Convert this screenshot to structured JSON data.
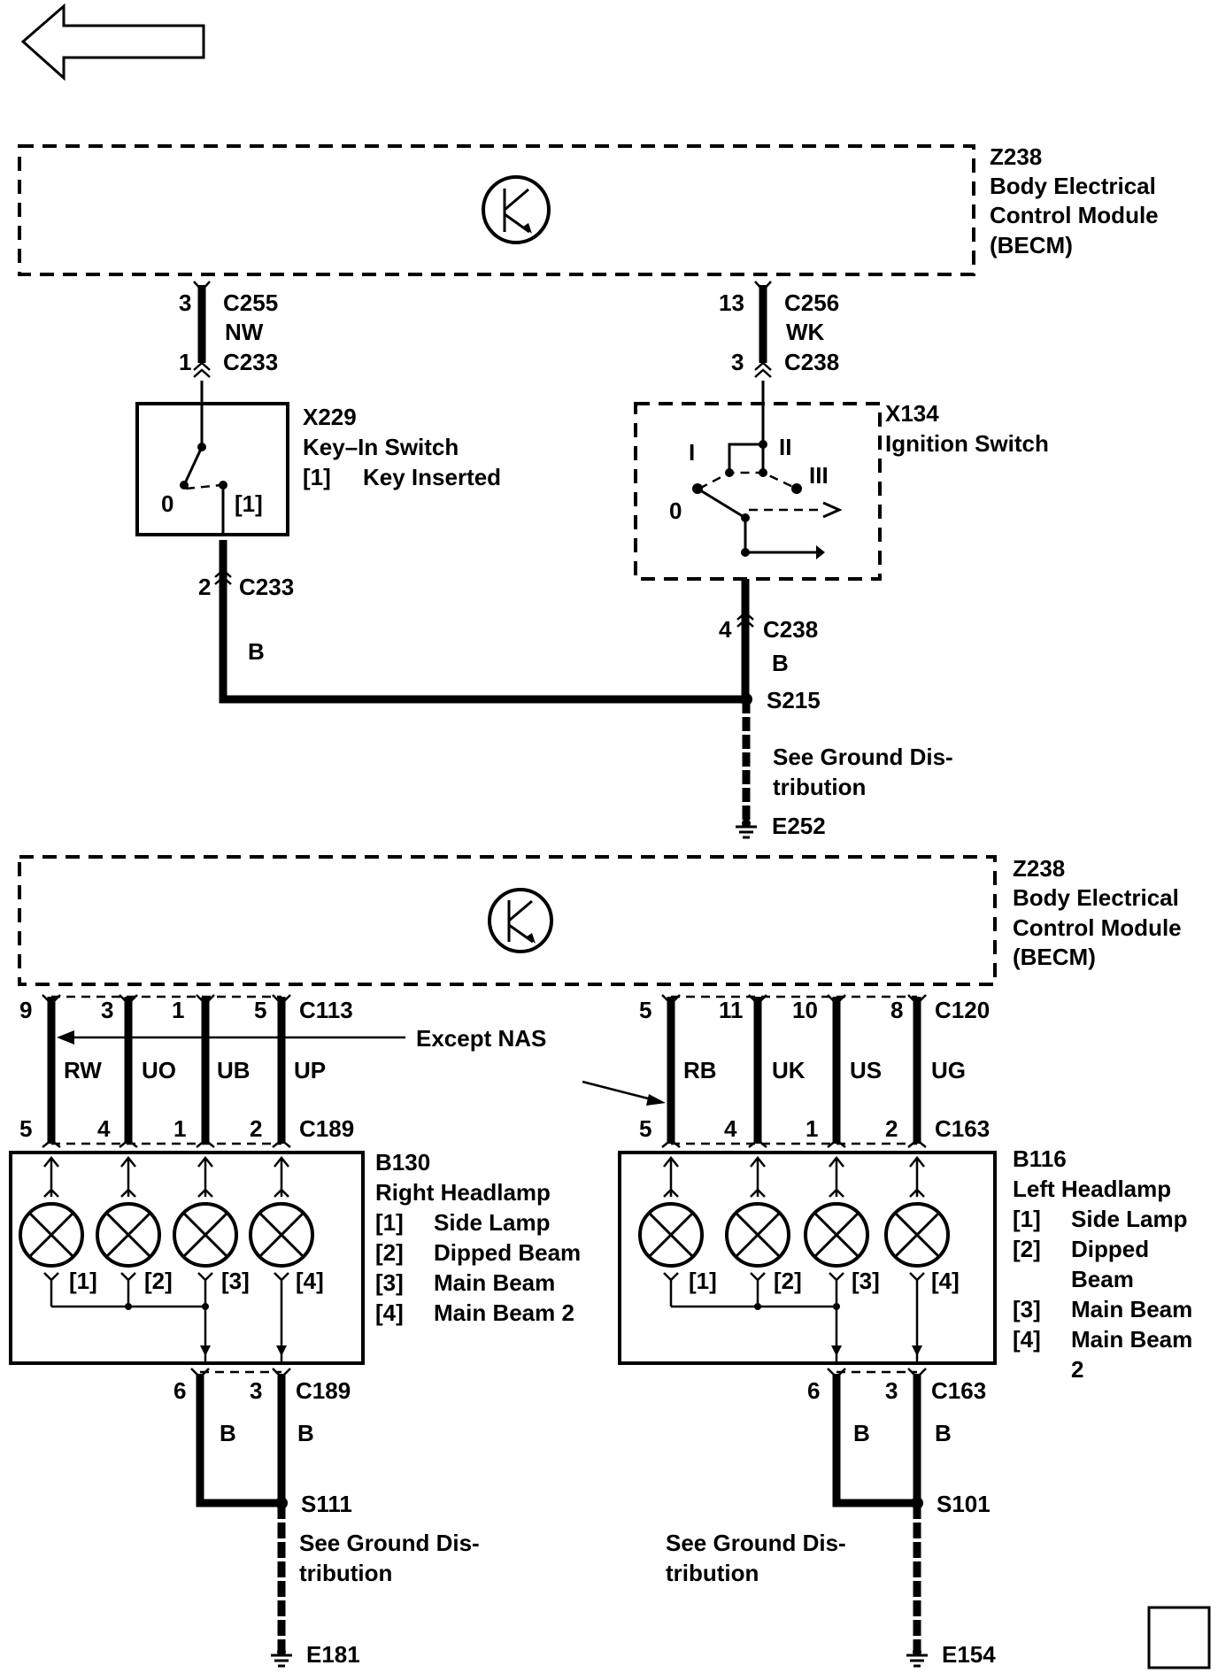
{
  "colors": {
    "ink": "#000000",
    "paper": "#ffffff"
  },
  "nav": {
    "back_icon": "back-arrow-icon",
    "page_icon": "blank-page-box"
  },
  "top_module": {
    "id": "Z238",
    "name_line1": "Body Electrical",
    "name_line2": "Control Module",
    "abbr": "(BECM)",
    "icon": "transistor-icon"
  },
  "top_left": {
    "pin_top": "3",
    "conn_top": "C255",
    "wire": "NW",
    "pin_mid": "1",
    "conn_mid": "C233",
    "pin_bot": "2",
    "conn_bot": "C233",
    "wire_bot": "B",
    "switch_id": "X229",
    "switch_name": "Key–In Switch",
    "legend_key": "[1]",
    "legend_text": "Key Inserted",
    "pos0": "0",
    "pos1": "[1]"
  },
  "top_right": {
    "pin_top": "13",
    "conn_top": "C256",
    "wire": "WK",
    "pin_mid": "3",
    "conn_mid": "C238",
    "pin_bot": "4",
    "conn_bot": "C238",
    "wire_bot": "B",
    "switch_id": "X134",
    "switch_name": "Ignition Switch",
    "pos_I": "I",
    "pos_II": "II",
    "pos_III": "III",
    "pos_0": "0"
  },
  "top_ground": {
    "splice": "S215",
    "see_line1": "See Ground Dis-",
    "see_line2": "tribution",
    "ground": "E252"
  },
  "bottom_module": {
    "id": "Z238",
    "name_line1": "Body Electrical",
    "name_line2": "Control Module",
    "abbr": "(BECM)",
    "icon": "transistor-icon"
  },
  "except_note": "Except NAS",
  "right_headlamp": {
    "conn_top": "C113",
    "top_pins": [
      "9",
      "3",
      "1",
      "5"
    ],
    "wires": [
      "RW",
      "UO",
      "UB",
      "UP"
    ],
    "conn_lamp": "C189",
    "lamp_pins": [
      "5",
      "4",
      "1",
      "2"
    ],
    "id": "B130",
    "name": "Right Headlamp",
    "legend": [
      {
        "key": "[1]",
        "text": "Side Lamp"
      },
      {
        "key": "[2]",
        "text": "Dipped Beam"
      },
      {
        "key": "[3]",
        "text": "Main Beam"
      },
      {
        "key": "[4]",
        "text": "Main Beam 2"
      }
    ],
    "bulb_labels": [
      "[1]",
      "[2]",
      "[3]",
      "[4]"
    ],
    "gnd_pins": [
      "6",
      "3"
    ],
    "gnd_conn": "C189",
    "gnd_wires": [
      "B",
      "B"
    ],
    "splice": "S111",
    "see_line1": "See Ground Dis-",
    "see_line2": "tribution",
    "ground": "E181"
  },
  "left_headlamp": {
    "conn_top": "C120",
    "top_pins": [
      "5",
      "11",
      "10",
      "8"
    ],
    "wires": [
      "RB",
      "UK",
      "US",
      "UG"
    ],
    "conn_lamp": "C163",
    "lamp_pins": [
      "5",
      "4",
      "1",
      "2"
    ],
    "id": "B116",
    "name": "Left Headlamp",
    "legend": [
      {
        "key": "[1]",
        "text": "Side Lamp"
      },
      {
        "key": "[2]",
        "text": "Dipped"
      },
      {
        "key": "",
        "text": "Beam"
      },
      {
        "key": "[3]",
        "text": "Main Beam"
      },
      {
        "key": "[4]",
        "text": "Main Beam"
      },
      {
        "key": "",
        "text": "2"
      }
    ],
    "bulb_labels": [
      "[1]",
      "[2]",
      "[3]",
      "[4]"
    ],
    "gnd_pins": [
      "6",
      "3"
    ],
    "gnd_conn": "C163",
    "gnd_wires": [
      "B",
      "B"
    ],
    "splice": "S101",
    "see_line1": "See Ground Dis-",
    "see_line2": "tribution",
    "ground": "E154"
  }
}
